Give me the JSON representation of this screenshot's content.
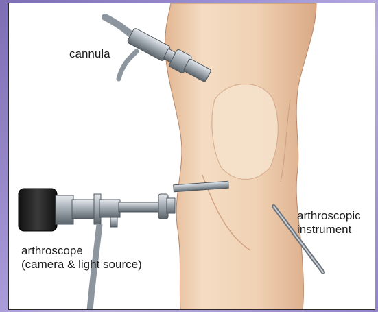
{
  "labels": {
    "cannula": "cannula",
    "arthroscope_line1": "arthroscope",
    "arthroscope_line2": "(camera & light source)",
    "instrument_line1": "arthroscopic",
    "instrument_line2": "instrument"
  },
  "colors": {
    "skin_light": "#f3dcc2",
    "skin_mid": "#e8c3a0",
    "skin_shadow": "#c99a77",
    "metal": "#9aa3ab",
    "metal_dark": "#4d555c",
    "slide_purple": "#9282c8"
  }
}
